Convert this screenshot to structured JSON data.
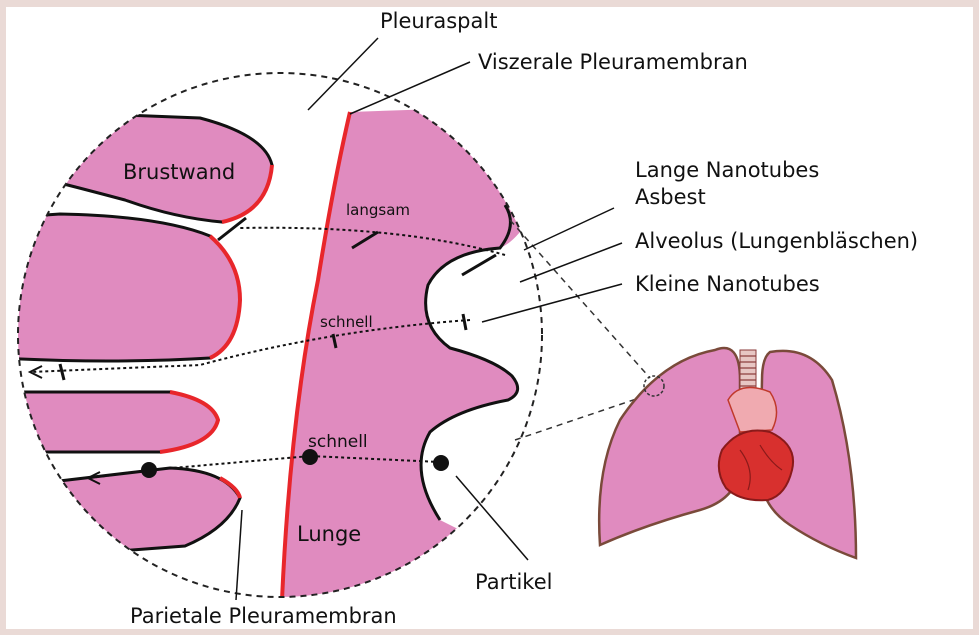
{
  "labels": {
    "pleural_gap": "Pleuraspalt",
    "visceral_membrane": "Viszerale Pleuramembran",
    "chest_wall": "Brustwand",
    "long_nanotubes": "Lange Nanotubes",
    "asbestos": "Asbest",
    "alveolus": "Alveolus (Lungenbläschen)",
    "small_nanotubes": "Kleine Nanotubes",
    "slow": "langsam",
    "fast_upper": "schnell",
    "fast_lower": "schnell",
    "lung": "Lunge",
    "particle": "Partikel",
    "parietal_membrane": "Parietale Pleuramembran"
  },
  "colors": {
    "tissue_pink": "#e08bbf",
    "membrane_red": "#e8262b",
    "outline": "#111111",
    "heart_red": "#d8302e",
    "lung_outline": "#7a4a3a"
  }
}
